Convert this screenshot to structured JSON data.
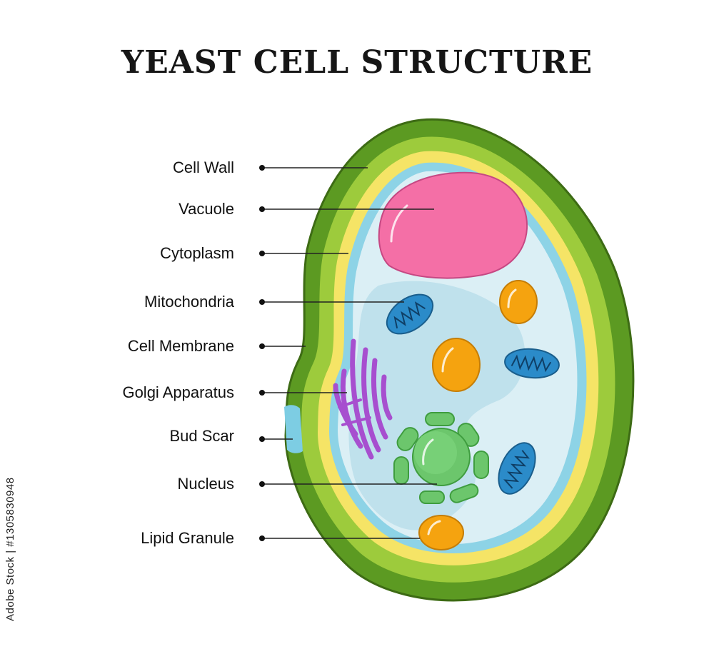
{
  "title": "YEAST CELL STRUCTURE",
  "labels": {
    "cell_wall": "Cell Wall",
    "vacuole": "Vacuole",
    "cytoplasm": "Cytoplasm",
    "mitochondria": "Mitochondria",
    "cell_membrane": "Cell Membrane",
    "golgi_apparatus": "Golgi Apparatus",
    "bud_scar": "Bud Scar",
    "nucleus": "Nucleus",
    "lipid_granule": "Lipid Granule"
  },
  "stock_id": "Adobe Stock | #1305830948",
  "colors": {
    "cell_wall_outer": "#5c9a22",
    "cell_wall_inner": "#9dcb3c",
    "periplasm": "#f5e466",
    "membrane": "#8dd3e6",
    "cytoplasm": "#dbeff5",
    "vacuole": "#f46fa6",
    "mitochondria": "#2b8bc9",
    "golgi": "#a74fcf",
    "nucleus": "#6cc66c",
    "lipid": "#f5a30f",
    "bud_scar": "#7dcde3"
  }
}
